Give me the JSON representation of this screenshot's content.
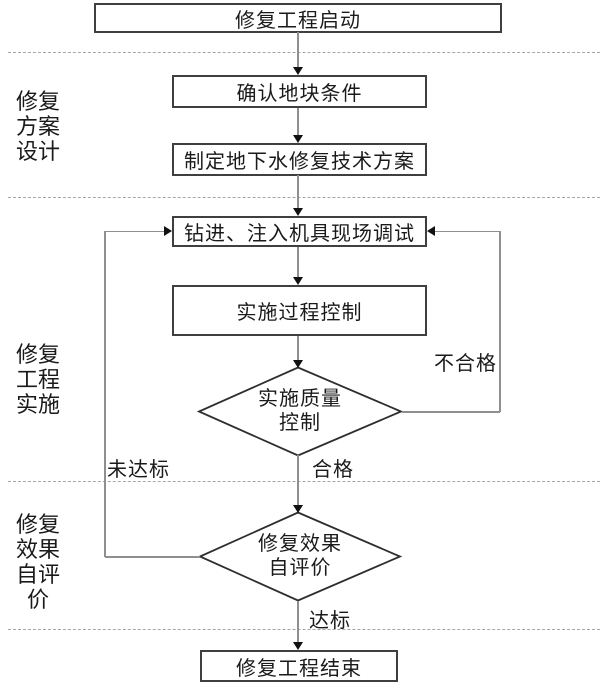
{
  "flowchart": {
    "nodes": {
      "start": {
        "label": "修复工程启动"
      },
      "confirm_site": {
        "label": "确认地块条件"
      },
      "make_plan": {
        "label": "制定地下水修复技术方案"
      },
      "equipment_debug": {
        "label": "钻进、注入机具现场调试"
      },
      "process_control": {
        "label": "实施过程控制"
      },
      "quality_check": {
        "line1": "实施质量",
        "line2": "控制"
      },
      "self_evaluation": {
        "line1": "修复效果",
        "line2": "自评价"
      },
      "end": {
        "label": "修复工程结束"
      }
    },
    "sections": {
      "design": {
        "lines": [
          "修复",
          "方案",
          "设计"
        ]
      },
      "implementation": {
        "lines": [
          "修复",
          "工程",
          "实施"
        ]
      },
      "evaluation": {
        "lines": [
          "修复",
          "效果",
          "自评",
          "价"
        ]
      }
    },
    "edge_labels": {
      "fail": "不合格",
      "pass": "合格",
      "below_standard": "未达标",
      "meets_standard": "达标"
    },
    "colors": {
      "node_border": "#3f3f3f",
      "flow_line": "#8f8f8f",
      "arrowhead": "#111111",
      "divider": "#a6a6a6",
      "text": "#1a1a1a",
      "background": "#ffffff"
    }
  }
}
